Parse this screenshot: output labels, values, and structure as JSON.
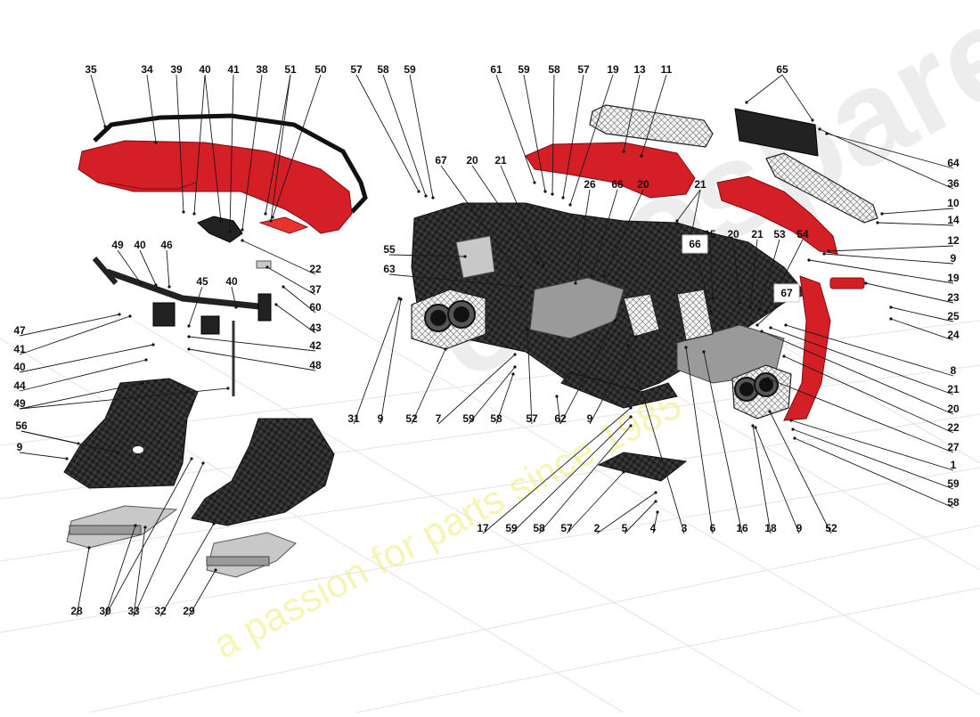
{
  "diagram": {
    "watermark": {
      "brand": "eurospares",
      "tagline": "a passion for parts since 1985"
    },
    "colors": {
      "body_red": "#d51f26",
      "carbon": "#2a2a2a",
      "metal": "#9a9a9a",
      "label_box": "#ffffff"
    },
    "callouts": [
      {
        "label": "35"
      },
      {
        "label": "34"
      },
      {
        "label": "39"
      },
      {
        "label": "40"
      },
      {
        "label": "41"
      },
      {
        "label": "38"
      },
      {
        "label": "51"
      },
      {
        "label": "50"
      },
      {
        "label": "57"
      },
      {
        "label": "58"
      },
      {
        "label": "59"
      },
      {
        "label": "61"
      },
      {
        "label": "59"
      },
      {
        "label": "58"
      },
      {
        "label": "57"
      },
      {
        "label": "19"
      },
      {
        "label": "13"
      },
      {
        "label": "11"
      },
      {
        "label": "65"
      },
      {
        "label": "64"
      },
      {
        "label": "36"
      },
      {
        "label": "10"
      },
      {
        "label": "14"
      },
      {
        "label": "12"
      },
      {
        "label": "9"
      },
      {
        "label": "19"
      },
      {
        "label": "23"
      },
      {
        "label": "25"
      },
      {
        "label": "24"
      },
      {
        "label": "67"
      },
      {
        "label": "20"
      },
      {
        "label": "21"
      },
      {
        "label": "26"
      },
      {
        "label": "66"
      },
      {
        "label": "20"
      },
      {
        "label": "21"
      },
      {
        "label": "15"
      },
      {
        "label": "20"
      },
      {
        "label": "21"
      },
      {
        "label": "53"
      },
      {
        "label": "54"
      },
      {
        "label": "55"
      },
      {
        "label": "63"
      },
      {
        "label": "22"
      },
      {
        "label": "37"
      },
      {
        "label": "60"
      },
      {
        "label": "43"
      },
      {
        "label": "42"
      },
      {
        "label": "48"
      },
      {
        "label": "49"
      },
      {
        "label": "40"
      },
      {
        "label": "46"
      },
      {
        "label": "45"
      },
      {
        "label": "40"
      },
      {
        "label": "47"
      },
      {
        "label": "41"
      },
      {
        "label": "40"
      },
      {
        "label": "44"
      },
      {
        "label": "49"
      },
      {
        "label": "56"
      },
      {
        "label": "9"
      },
      {
        "label": "28"
      },
      {
        "label": "30"
      },
      {
        "label": "33"
      },
      {
        "label": "32"
      },
      {
        "label": "29"
      },
      {
        "label": "31"
      },
      {
        "label": "9"
      },
      {
        "label": "52"
      },
      {
        "label": "7"
      },
      {
        "label": "59"
      },
      {
        "label": "58"
      },
      {
        "label": "57"
      },
      {
        "label": "62"
      },
      {
        "label": "9"
      },
      {
        "label": "17"
      },
      {
        "label": "59"
      },
      {
        "label": "58"
      },
      {
        "label": "57"
      },
      {
        "label": "2"
      },
      {
        "label": "5"
      },
      {
        "label": "4"
      },
      {
        "label": "3"
      },
      {
        "label": "6"
      },
      {
        "label": "16"
      },
      {
        "label": "18"
      },
      {
        "label": "9"
      },
      {
        "label": "52"
      },
      {
        "label": "8"
      },
      {
        "label": "21"
      },
      {
        "label": "20"
      },
      {
        "label": "22"
      },
      {
        "label": "27"
      },
      {
        "label": "1"
      },
      {
        "label": "59"
      },
      {
        "label": "58"
      },
      {
        "label": "57"
      }
    ],
    "boxed_callouts": [
      {
        "label": "66"
      },
      {
        "label": "67"
      }
    ]
  }
}
